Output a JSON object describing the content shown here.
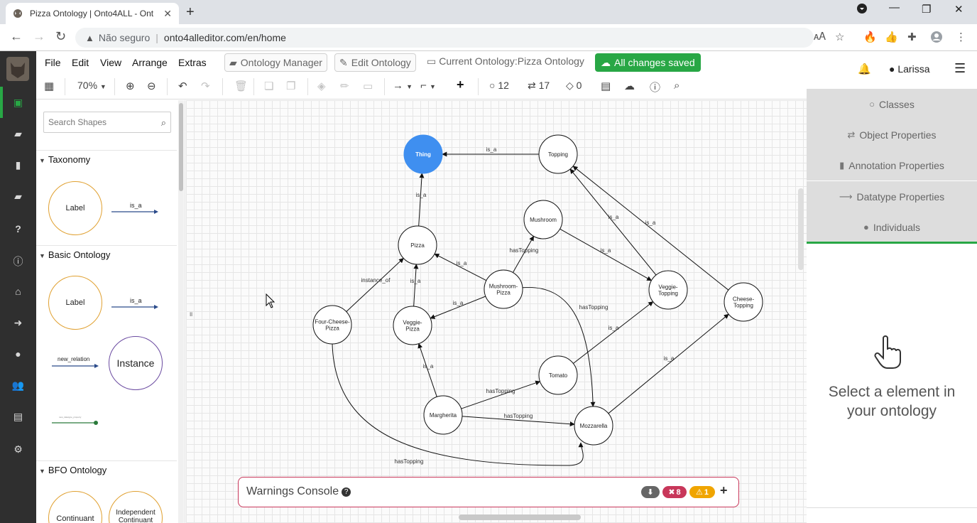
{
  "browser": {
    "tab_title": "Pizza Ontology | Onto4ALL - Ont",
    "tab_close": "✕",
    "new_tab": "+",
    "address_warning": "Não seguro",
    "address_url": "onto4alleditor.com/en/home"
  },
  "menu": {
    "items": [
      "File",
      "Edit",
      "View",
      "Arrange",
      "Extras"
    ],
    "ontology_manager": "Ontology Manager",
    "edit_ontology": "Edit Ontology",
    "current_ontology": "Current Ontology:Pizza Ontology",
    "saved": "All changes saved"
  },
  "toolbar": {
    "zoom": "70%",
    "classes_count": "12",
    "relations_count": "17",
    "individuals_count": "0"
  },
  "user": {
    "name": "Larissa"
  },
  "shapes_panel": {
    "search_placeholder": "Search Shapes",
    "sections": [
      "Taxonomy",
      "Basic Ontology",
      "BFO Ontology"
    ],
    "taxonomy_label": "Label",
    "taxonomy_edge": "is_a",
    "basic_label": "Label",
    "basic_edge": "is_a",
    "new_relation": "new_relation",
    "instance": "Instance",
    "datatype_edge": "new_datatype_property",
    "bfo_continuant": "Continuant",
    "bfo_independent": "Independent Continuant"
  },
  "graph": {
    "nodes": {
      "thing": "Thing",
      "topping": "Topping",
      "pizza": "Pizza",
      "mushroom": "Mushroom",
      "mushroom_pizza": "Mushroom-Pizza",
      "veggie_topping": "Veggie-Topping",
      "cheese_topping": "Cheese-Topping",
      "four_cheese_pizza": "Four-Cheese-Pizza",
      "veggie_pizza": "Veggie-Pizza",
      "tomato": "Tomato",
      "margherita": "Margherita",
      "mozzarella": "Mozzarella"
    },
    "edge_labels": {
      "is_a": "is_a",
      "instance_of": "instance_of",
      "has_topping": "hasTopping"
    }
  },
  "console": {
    "title": "Warnings Console",
    "errors": "8",
    "warnings": "1"
  },
  "right_panel": {
    "items": [
      "Classes",
      "Object Properties",
      "Annotation Properties",
      "Datatype Properties",
      "Individuals"
    ],
    "message": "Select a element in your ontology"
  },
  "colors": {
    "accent_green": "#28a745",
    "thing_blue": "#3f8ff0",
    "error_red": "#c8375a",
    "warning_orange": "#f0a500"
  }
}
